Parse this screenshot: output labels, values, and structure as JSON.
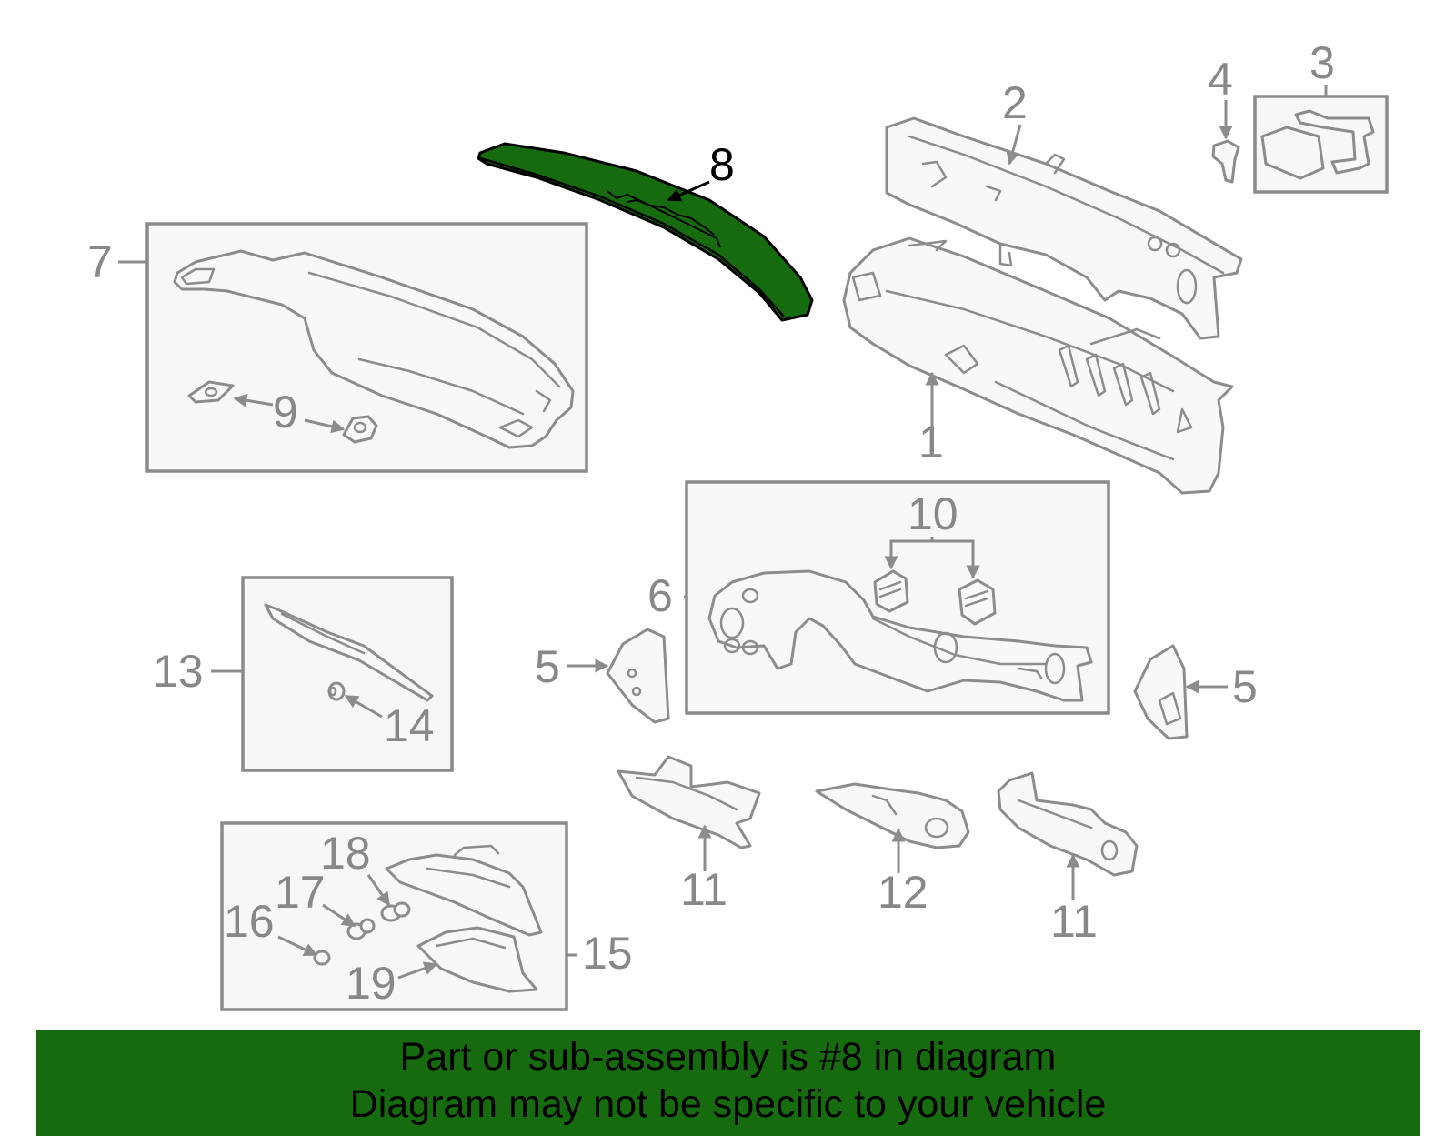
{
  "diagram": {
    "highlight_color": "#156b0e",
    "callouts": [
      {
        "id": "1",
        "label": "1"
      },
      {
        "id": "2",
        "label": "2"
      },
      {
        "id": "3",
        "label": "3"
      },
      {
        "id": "4",
        "label": "4"
      },
      {
        "id": "5a",
        "label": "5"
      },
      {
        "id": "5b",
        "label": "5"
      },
      {
        "id": "6",
        "label": "6"
      },
      {
        "id": "7",
        "label": "7"
      },
      {
        "id": "8",
        "label": "8"
      },
      {
        "id": "9",
        "label": "9"
      },
      {
        "id": "10",
        "label": "10"
      },
      {
        "id": "11a",
        "label": "11"
      },
      {
        "id": "11b",
        "label": "11"
      },
      {
        "id": "12",
        "label": "12"
      },
      {
        "id": "13",
        "label": "13"
      },
      {
        "id": "14",
        "label": "14"
      },
      {
        "id": "15",
        "label": "15"
      },
      {
        "id": "16",
        "label": "16"
      },
      {
        "id": "17",
        "label": "17"
      },
      {
        "id": "18",
        "label": "18"
      },
      {
        "id": "19",
        "label": "19"
      }
    ]
  },
  "footer": {
    "line1": "Part or sub-assembly is #8 in diagram",
    "line2": "Diagram may not be specific to your vehicle",
    "background": "#156b0e"
  }
}
